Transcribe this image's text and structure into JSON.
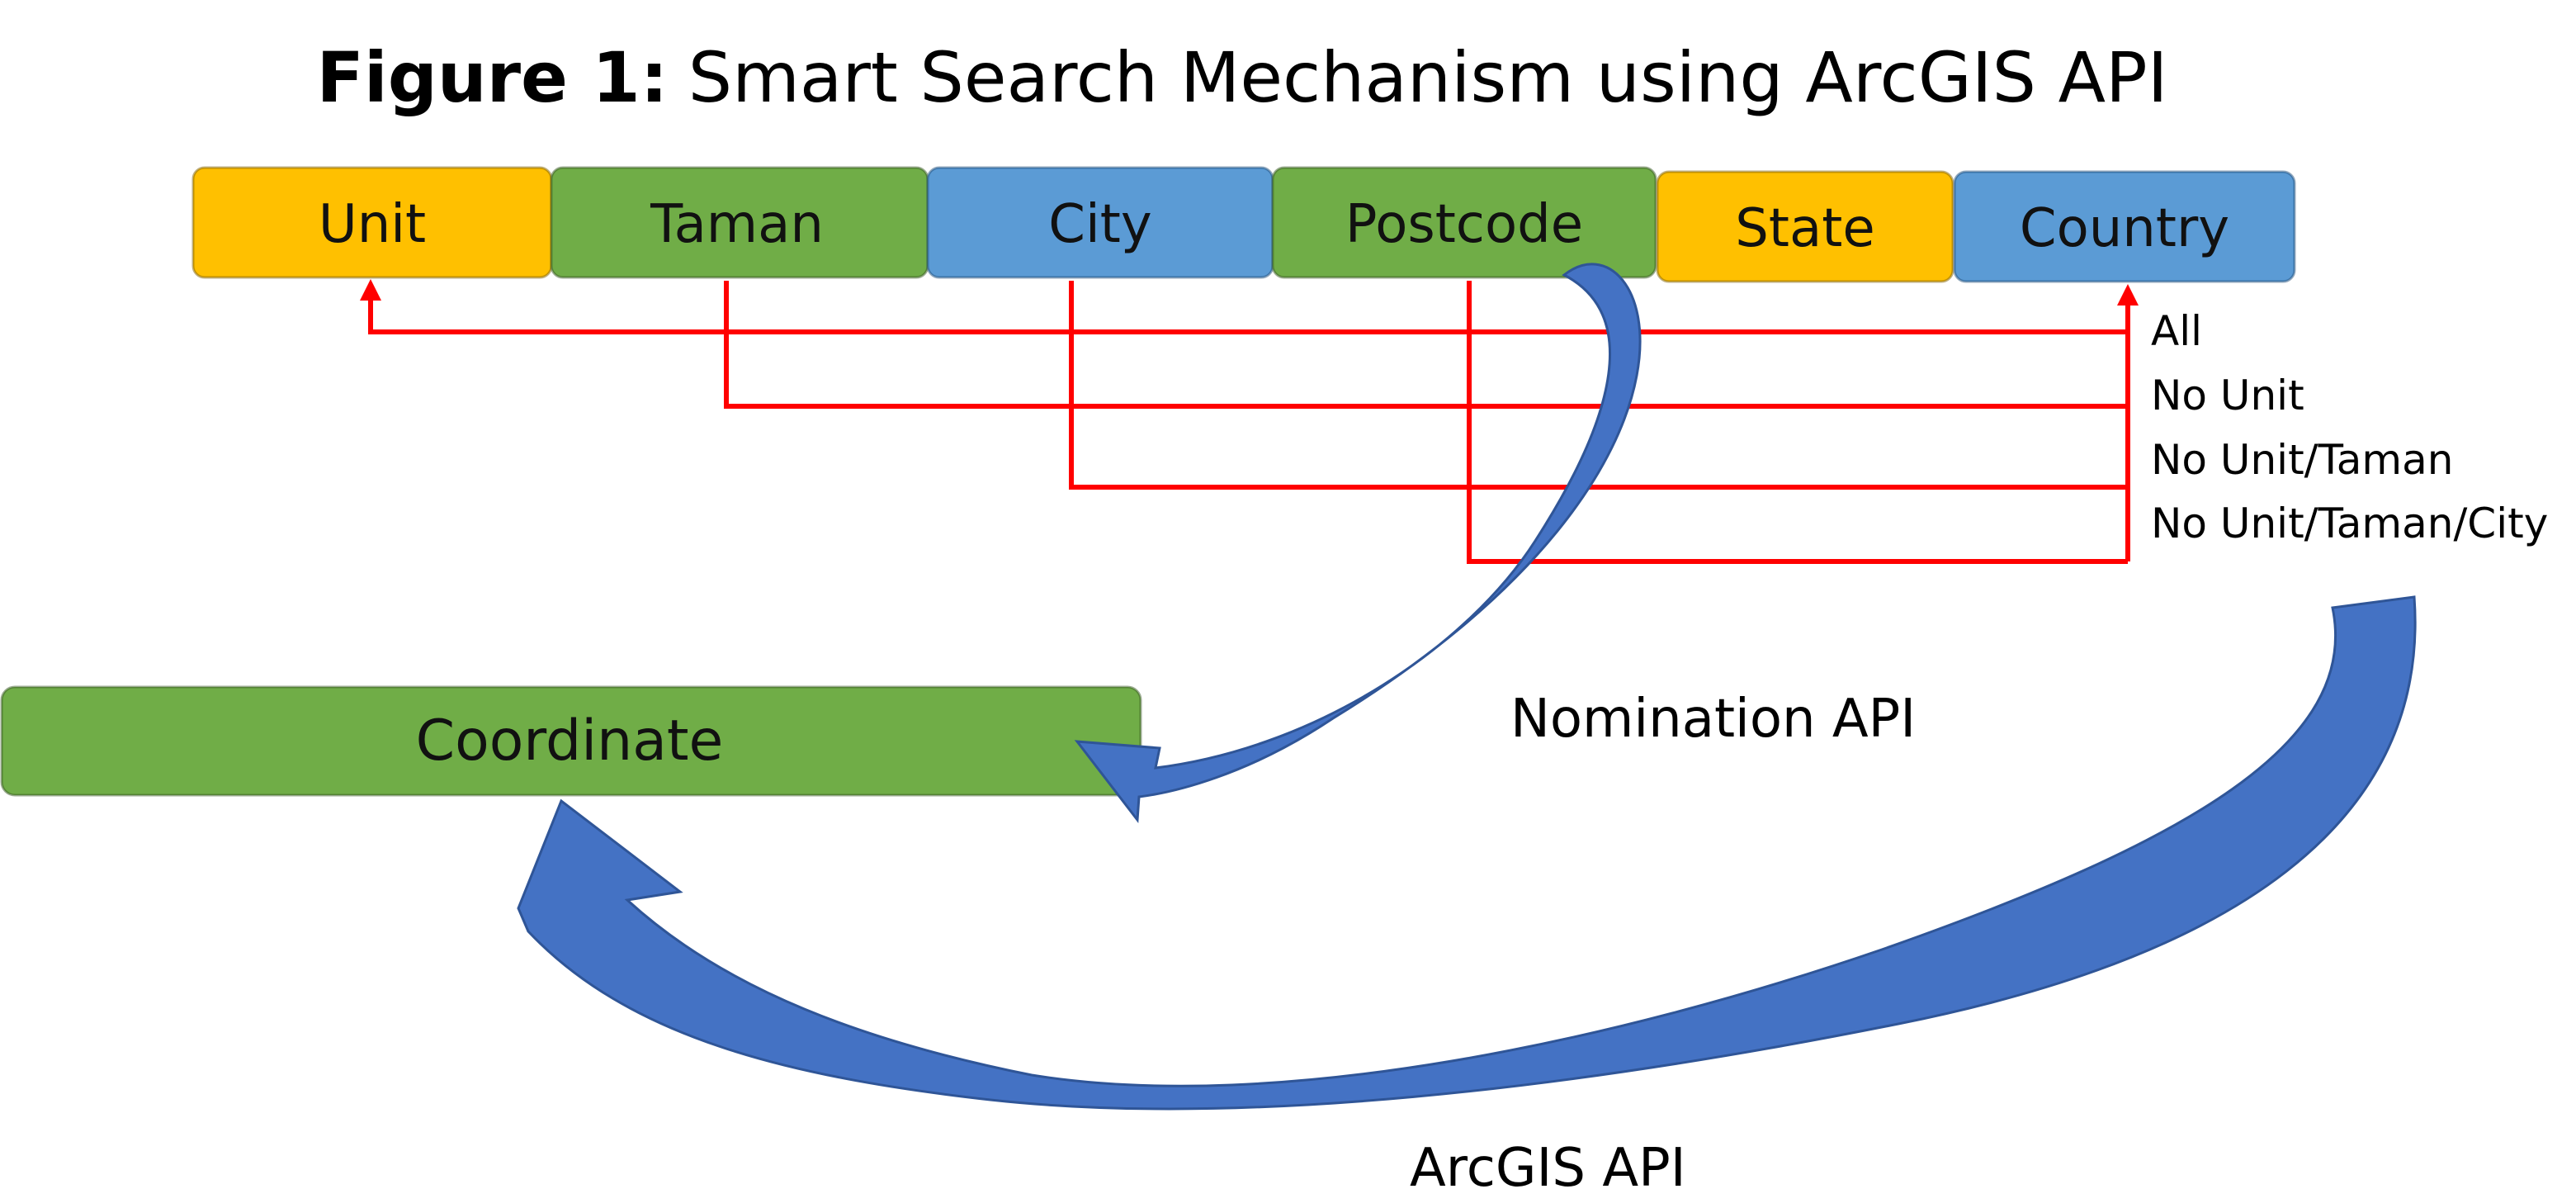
{
  "title": {
    "prefix": "Figure 1:",
    "text": "Smart Search Mechanism using ArcGIS API"
  },
  "fields": [
    {
      "label": "Unit",
      "color": "#FFC000"
    },
    {
      "label": "Taman",
      "color": "#70AD47"
    },
    {
      "label": "City",
      "color": "#5B9BD5"
    },
    {
      "label": "Postcode",
      "color": "#70AD47"
    },
    {
      "label": "State",
      "color": "#FFC000"
    },
    {
      "label": "Country",
      "color": "#5B9BD5"
    }
  ],
  "search_levels": [
    {
      "label": "All"
    },
    {
      "label": "No Unit"
    },
    {
      "label": "No Unit/Taman"
    },
    {
      "label": "No Unit/Taman/City"
    }
  ],
  "output": {
    "label": "Coordinate",
    "color": "#70AD47"
  },
  "apis": {
    "nomination": "Nomination API",
    "arcgis": "ArcGIS API"
  },
  "colors": {
    "fallback_line": "#FF0000",
    "api_arrow": "#4472C4",
    "api_arrow_shade": "#2F5597"
  }
}
